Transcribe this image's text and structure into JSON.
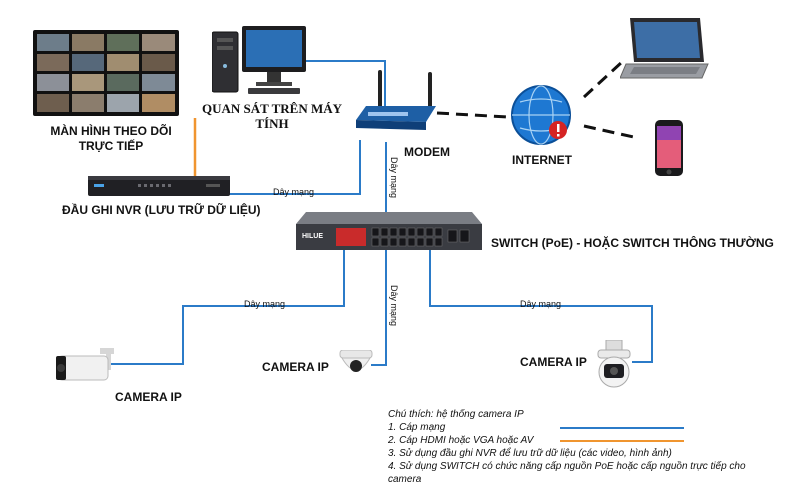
{
  "labels": {
    "monitor": "MÀN HÌNH THEO DÕI\nTRỰC TIẾP",
    "pc": "QUAN SÁT TRÊN MÁY\nTÍNH",
    "modem": "MODEM",
    "internet": "INTERNET",
    "nvr": "ĐẦU GHI NVR (LƯU TRỮ DỮ LIỆU)",
    "switch": "SWITCH (PoE)  - HOẶC SWITCH THÔNG THƯỜNG",
    "camera_left": "CAMERA IP",
    "camera_center": "CAMERA IP",
    "camera_right": "CAMERA IP"
  },
  "cable_labels": {
    "nvr_modem": "Dây mạng",
    "modem_switch": "Dây mạng",
    "switch_cam_left": "Dây mạng",
    "switch_cam_center": "Dây mạng",
    "switch_cam_right": "Dây mạng"
  },
  "switch_brand": "HILUE",
  "legend": {
    "title": "Chú thích: hệ thống camera IP",
    "items": [
      {
        "text": "1. Cáp mạng",
        "color": "#2b7bc8"
      },
      {
        "text": "2. Cáp HDMI hoặc VGA hoặc AV",
        "color": "#f0952f"
      },
      {
        "text": "3. Sử dụng đầu ghi NVR để lưu trữ dữ liệu (các video, hình ảnh)"
      },
      {
        "text": "4. Sử dụng SWITCH có chức năng cấp nguồn PoE hoặc cấp nguồn trực tiếp cho camera"
      }
    ]
  },
  "colors": {
    "network_cable": "#2b7bc8",
    "video_cable": "#f0952f",
    "wireless_link": "#111111"
  }
}
